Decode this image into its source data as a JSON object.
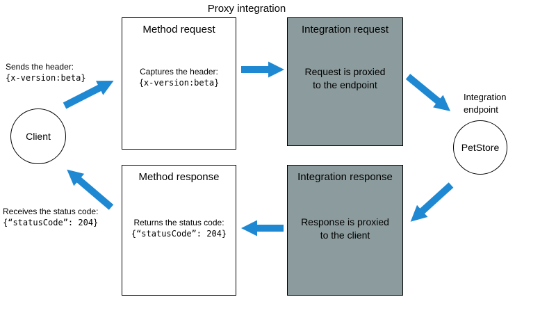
{
  "title": "Proxy integration",
  "colors": {
    "arrow_blue": "#1e88d2",
    "integration_box_gray": "#8c9b9d",
    "box_border": "#000000",
    "background": "#ffffff"
  },
  "client": {
    "label": "Client",
    "send_caption": "Sends the header:",
    "send_code": "{x-version:beta}",
    "receive_caption": "Receives the status code:",
    "receive_code": "{“statusCode”: 204}"
  },
  "method_request": {
    "title": "Method request",
    "caption": "Captures the header:",
    "code": "{x-version:beta}"
  },
  "integration_request": {
    "title": "Integration request",
    "body": "Request is proxied to the endpoint"
  },
  "endpoint": {
    "label": "Integration endpoint",
    "node_label": "PetStore"
  },
  "integration_response": {
    "title": "Integration response",
    "body": "Response is proxied to the client"
  },
  "method_response": {
    "title": "Method response",
    "caption": "Returns the status code:",
    "code": "{“statusCode”: 204}"
  }
}
